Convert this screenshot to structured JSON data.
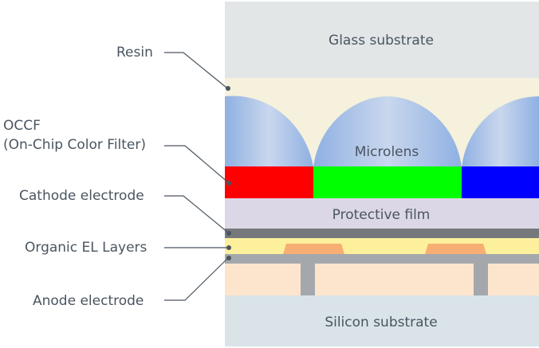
{
  "layers": {
    "glass": "Glass substrate",
    "microlens": "Microlens",
    "protective": "Protective film",
    "silicon": "Silicon substrate"
  },
  "callouts": {
    "resin": "Resin",
    "occf_line1": "OCCF",
    "occf_line2": "(On-Chip Color Filter)",
    "cathode": "Cathode electrode",
    "organic": "Organic EL Layers",
    "anode": "Anode electrode"
  },
  "colors": {
    "glass": "#e2e6e7",
    "resin": "#f5f1dc",
    "microlens": "#a9c3e6",
    "filter_red": "#ff0000",
    "filter_green": "#00ff00",
    "filter_blue": "#0000ff",
    "protective": "#dcd7e7",
    "cathode": "#76787c",
    "organic": "#fdf09c",
    "anode_pixel": "#f7ae74",
    "anode_wiring": "#a4a8ac",
    "circuit": "#fde5cd",
    "silicon": "#d9e3e8",
    "text": "#4a5560"
  }
}
